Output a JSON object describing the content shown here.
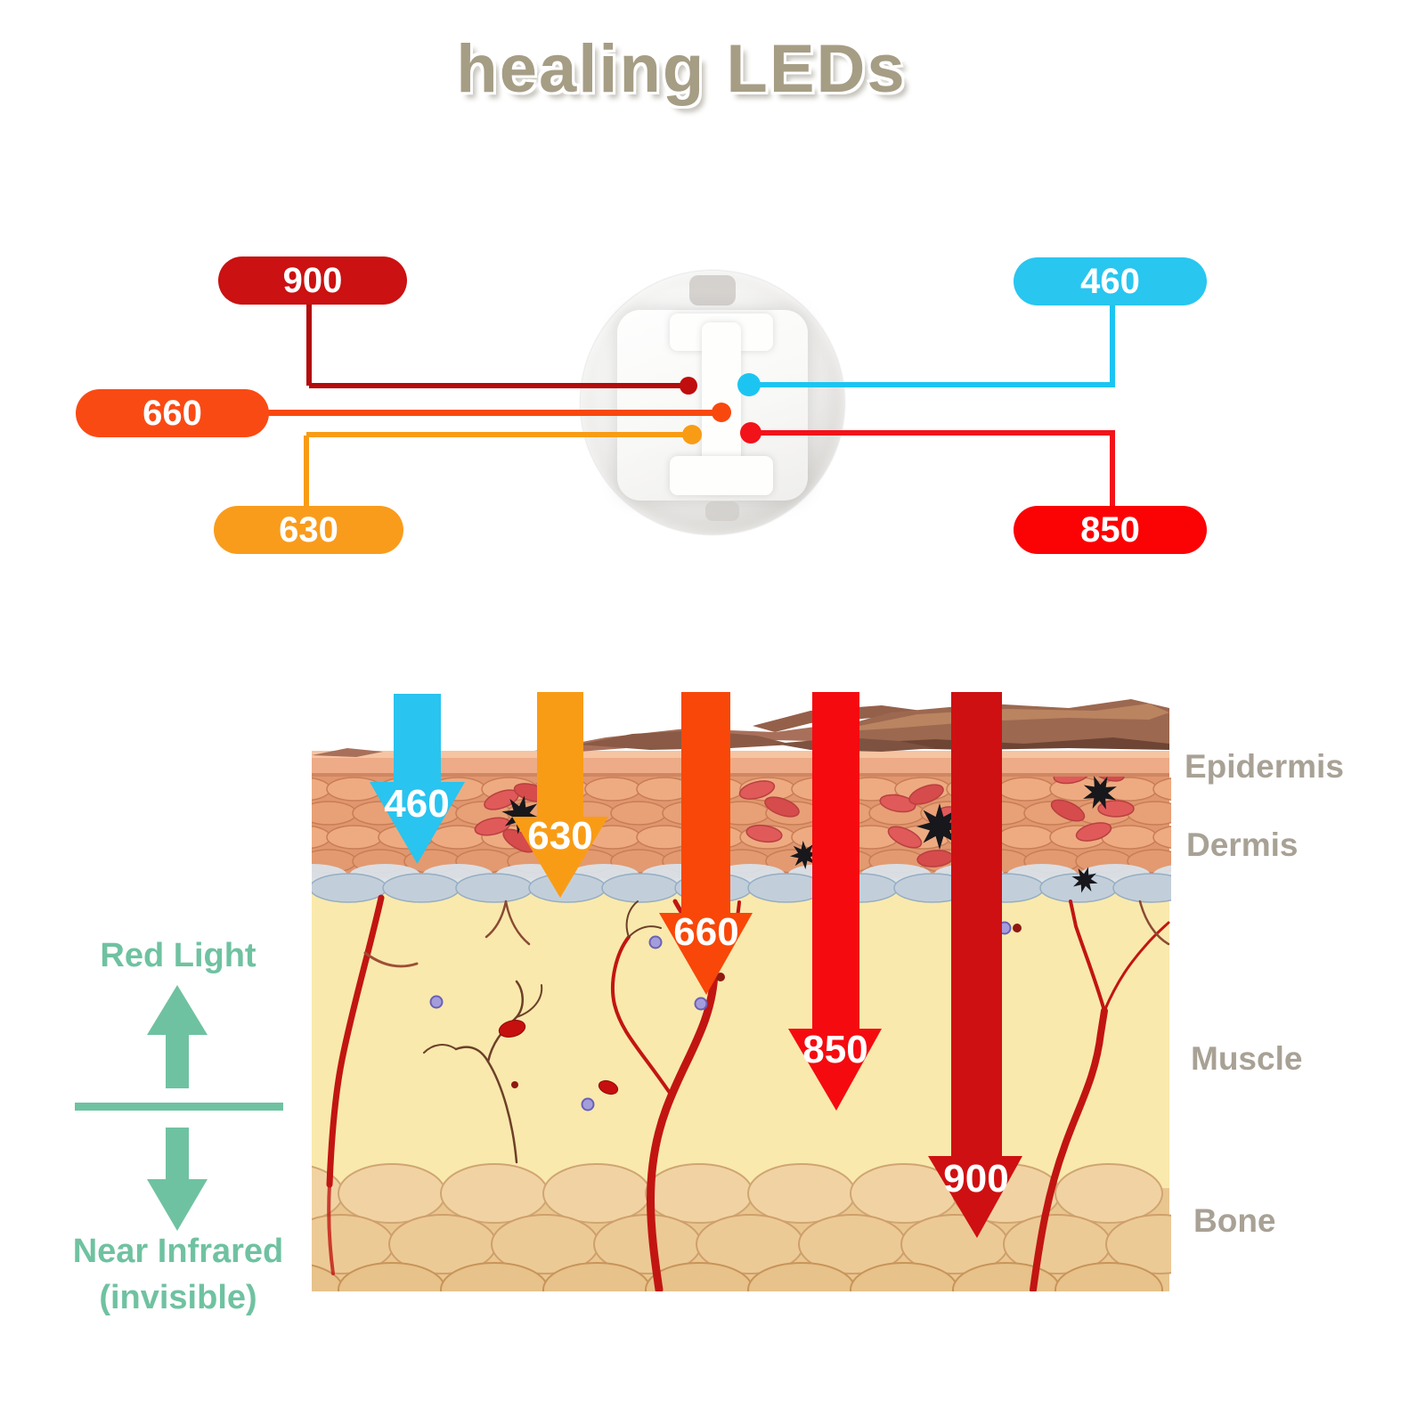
{
  "title": "healing LEDs",
  "led_callouts": [
    {
      "label": "900",
      "color": "#cb1111",
      "side": "top-left"
    },
    {
      "label": "460",
      "color": "#29c6f0",
      "side": "top-right"
    },
    {
      "label": "660",
      "color": "#fa4a14",
      "side": "mid-left"
    },
    {
      "label": "630",
      "color": "#f99c1c",
      "side": "bottom-left"
    },
    {
      "label": "850",
      "color": "#fb0205",
      "side": "bottom-right"
    }
  ],
  "arrows": [
    {
      "label": "460",
      "color": "#29c4ef",
      "penetrates_to": "Dermis"
    },
    {
      "label": "630",
      "color": "#f99c15",
      "penetrates_to": "Dermis base"
    },
    {
      "label": "660",
      "color": "#f84708",
      "penetrates_to": "Upper muscle"
    },
    {
      "label": "850",
      "color": "#f50a10",
      "penetrates_to": "Deep muscle"
    },
    {
      "label": "900",
      "color": "#ce1012",
      "penetrates_to": "Bone"
    }
  ],
  "layers": [
    "Epidermis",
    "Dermis",
    "Muscle",
    "Bone"
  ],
  "legend": {
    "red_light": "Red Light",
    "near_infrared": "Near Infrared",
    "invisible": "(invisible)"
  },
  "colors": {
    "title_gray": "#a69d85",
    "layer_label_gray": "#a8a195",
    "seafoam_green": "#6fc2a1",
    "cyan": "#29c6f0",
    "orange": "#f99c1c",
    "orange_red": "#fa4a14",
    "red": "#fb0205",
    "dark_red": "#cb1111"
  }
}
